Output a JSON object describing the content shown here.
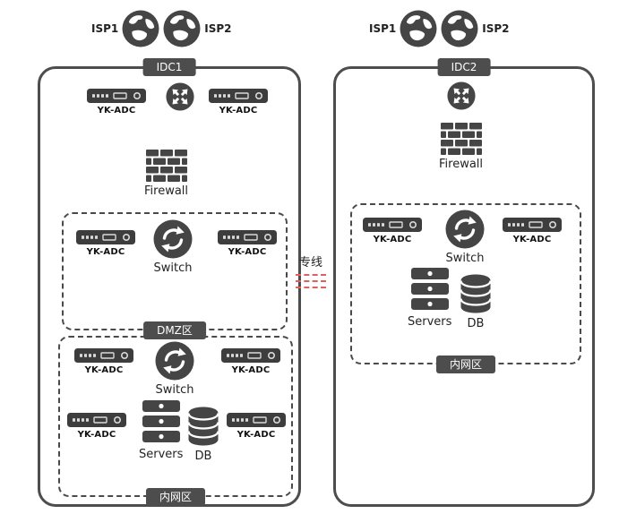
{
  "idc1": {
    "badge": "IDC1",
    "isp_left": "ISP1",
    "isp_right": "ISP2",
    "adc_top_left": "YK-ADC",
    "adc_top_right": "YK-ADC",
    "firewall_label": "Firewall",
    "dmz": {
      "badge": "DMZ区",
      "adc_left": "YK-ADC",
      "adc_right": "YK-ADC",
      "switch_label": "Switch"
    },
    "lan": {
      "badge": "内网区",
      "adc_top_left": "YK-ADC",
      "adc_top_right": "YK-ADC",
      "switch_label": "Switch",
      "adc_bottom_left": "YK-ADC",
      "adc_bottom_right": "YK-ADC",
      "servers_label": "Servers",
      "db_label": "DB"
    }
  },
  "idc2": {
    "badge": "IDC2",
    "isp_left": "ISP1",
    "isp_right": "ISP2",
    "firewall_label": "Firewall",
    "lan": {
      "badge": "内网区",
      "adc_left": "YK-ADC",
      "adc_right": "YK-ADC",
      "switch_label": "Switch",
      "servers_label": "Servers",
      "db_label": "DB"
    }
  },
  "link": {
    "label": "专线"
  },
  "colors": {
    "dark_gray": "#4a4a4a",
    "appliance_fill": "#3d3d3d",
    "dedicated_line_red": "#e06060",
    "background": "#ffffff"
  },
  "icons": {
    "internet": "internet-globe-icon",
    "router": "router-icon",
    "switch": "switch-icon",
    "firewall": "firewall-icon",
    "adc_appliance": "adc-appliance-icon",
    "servers": "servers-icon",
    "database": "database-icon"
  }
}
